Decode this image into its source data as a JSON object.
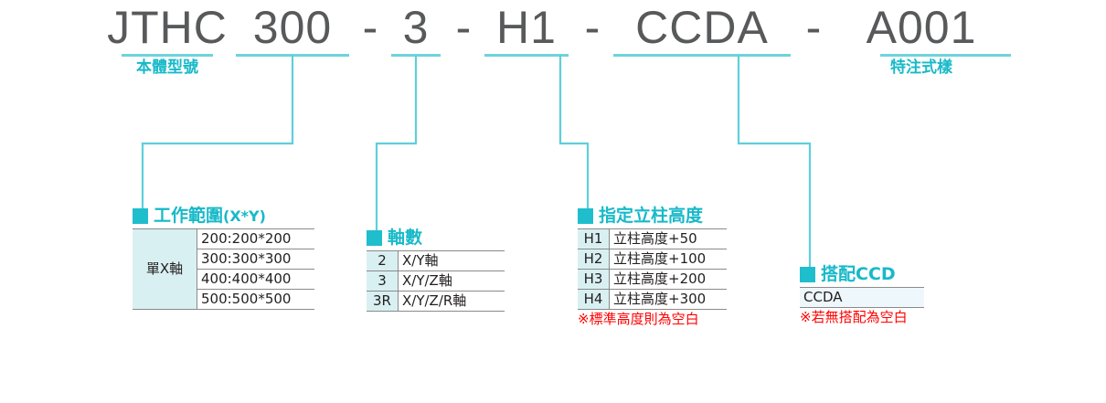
{
  "model_number": {
    "segments": [
      {
        "text": "JTHC",
        "caption": "本體型號",
        "has_caption": true
      },
      {
        "text": "300",
        "caption": "",
        "has_caption": false
      },
      {
        "text": "3",
        "caption": "",
        "has_caption": false
      },
      {
        "text": "H1",
        "caption": "",
        "has_caption": false
      },
      {
        "text": "CCDA",
        "caption": "",
        "has_caption": false
      },
      {
        "text": "A001",
        "caption": "特注式樣",
        "has_caption": true
      }
    ],
    "separator": "-"
  },
  "groups": {
    "work_range": {
      "title": "工作範圍",
      "title_sub": "(X*Y)",
      "merged_label": "單X軸",
      "rows": [
        {
          "value": "200:200*200"
        },
        {
          "value": "300:300*300"
        },
        {
          "value": "400:400*400"
        },
        {
          "value": "500:500*500"
        }
      ]
    },
    "axis_count": {
      "title": "軸數",
      "title_sub": "",
      "rows": [
        {
          "key": "2",
          "value": "X/Y軸"
        },
        {
          "key": "3",
          "value": "X/Y/Z軸"
        },
        {
          "key": "3R",
          "value": "X/Y/Z/R軸"
        }
      ]
    },
    "column_height": {
      "title": "指定立柱高度",
      "title_sub": "",
      "rows": [
        {
          "key": "H1",
          "value": "立柱高度+50"
        },
        {
          "key": "H2",
          "value": "立柱高度+100"
        },
        {
          "key": "H3",
          "value": "立柱高度+200"
        },
        {
          "key": "H4",
          "value": "立柱高度+300"
        }
      ],
      "note": "※標準高度則為空白"
    },
    "ccd": {
      "title": "搭配CCD",
      "title_sub": "",
      "rows": [
        {
          "value": "CCDA"
        }
      ],
      "note": "※若無搭配為空白"
    }
  },
  "colors": {
    "accent": "#17b9c9",
    "square": "#1fbecd",
    "underline": "#6fd3dc",
    "text": "#58595b",
    "note": "#ff0000",
    "cell_key_bg": "#d9f0f2"
  }
}
